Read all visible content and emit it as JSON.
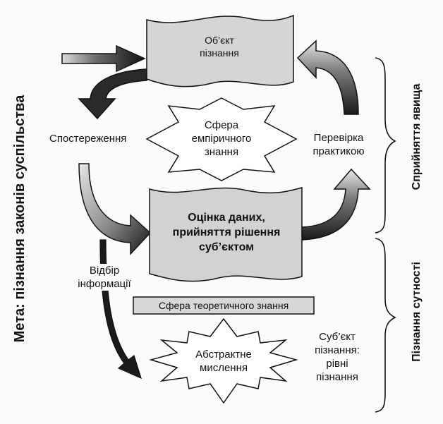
{
  "nodes": {
    "object": {
      "line1": "Об’єкт",
      "line2": "пізнання"
    },
    "empirical": {
      "line1": "Сфера",
      "line2": "емпіричного",
      "line3": "знання"
    },
    "observation": "Спостереження",
    "verification": {
      "line1": "Перевірка",
      "line2": "практикою"
    },
    "evaluation": {
      "line1": "Оцінка даних,",
      "line2": "прийняття рішення",
      "line3": "суб’єктом"
    },
    "selection": {
      "line1": "Відбір",
      "line2": "інформації"
    },
    "theoretical": "Сфера теоретичного знання",
    "abstract": {
      "line1": "Абстрактне",
      "line2": "мислення"
    },
    "subject": {
      "line1": "Суб’єкт",
      "line2": "пізнання:",
      "line3": "рівні",
      "line4": "пізнання"
    }
  },
  "side_labels": {
    "goal": "Мета: пізнання законів суспільства",
    "perception": "Сприйняття явища",
    "essence": "Пізнання сутності"
  },
  "colors": {
    "ink": "#111111",
    "shape_fill": "#d7d7d5",
    "card_fill": "#cfcfcd",
    "bg": "#fbfbf9"
  }
}
